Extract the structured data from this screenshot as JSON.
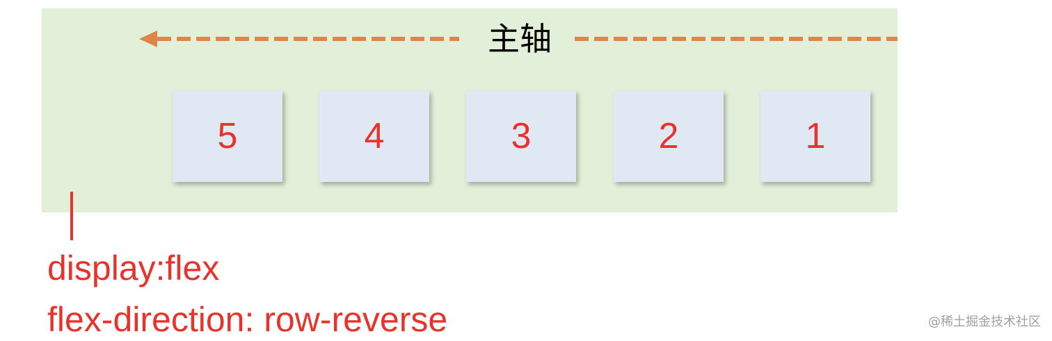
{
  "diagram": {
    "axis_label": "主轴",
    "items": [
      "5",
      "4",
      "3",
      "2",
      "1"
    ],
    "code_lines": [
      "display:flex",
      "flex-direction: row-reverse"
    ],
    "watermark": "@稀土掘金技术社区"
  },
  "colors": {
    "container_bg": "#e2efd9",
    "item_bg": "#dfe8f3",
    "item_text": "#e8322c",
    "axis_arrow": "#e0854a",
    "code_text": "#e8322c",
    "watermark_text": "#a0a0a0"
  }
}
